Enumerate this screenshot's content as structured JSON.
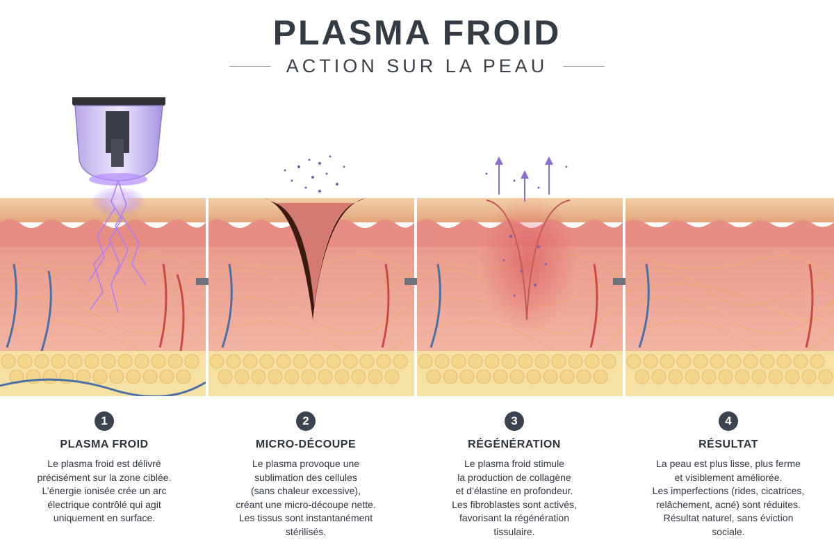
{
  "header": {
    "title": "PLASMA FROID",
    "subtitle": "ACTION SUR LA PEAU"
  },
  "colors": {
    "epidermis": "#e9b98f",
    "dermis": "#f0a898",
    "fat": "#f4d58c",
    "plasma": "#9b6cf0",
    "vein": "#4a6fa8",
    "artery": "#c94a3e",
    "badge": "#3b4350"
  },
  "steps": [
    {
      "number": "1",
      "title": "PLASMA FROID",
      "text": "Le plasma froid est délivré\nprécisément sur la zone ciblée.\nL’énergie ionisée crée un arc\nélectrique contrôlé qui agit\nuniquement en surface."
    },
    {
      "number": "2",
      "title": "MICRO-DÉCOUPE",
      "text": "Le plasma provoque une\nsublimation des cellules\n(sans chaleur excessive),\ncréant une micro-découpe nette.\nLes tissus sont instantanément\nstérilisés."
    },
    {
      "number": "3",
      "title": "RÉGÉNÉRATION",
      "text": "Le plasma froid stimule\nla production de collagène\net d’élastine en profondeur.\nLes fibroblastes sont activés,\nfavorisant la régénération\ntissulaire."
    },
    {
      "number": "4",
      "title": "RÉSULTAT",
      "text": "La peau est plus lisse, plus ferme\net visiblement améliorée.\nLes imperfections (rides, cicatrices,\nrelâchement, acné) sont réduites.\nRésultat naturel, sans éviction\nsociale."
    }
  ]
}
